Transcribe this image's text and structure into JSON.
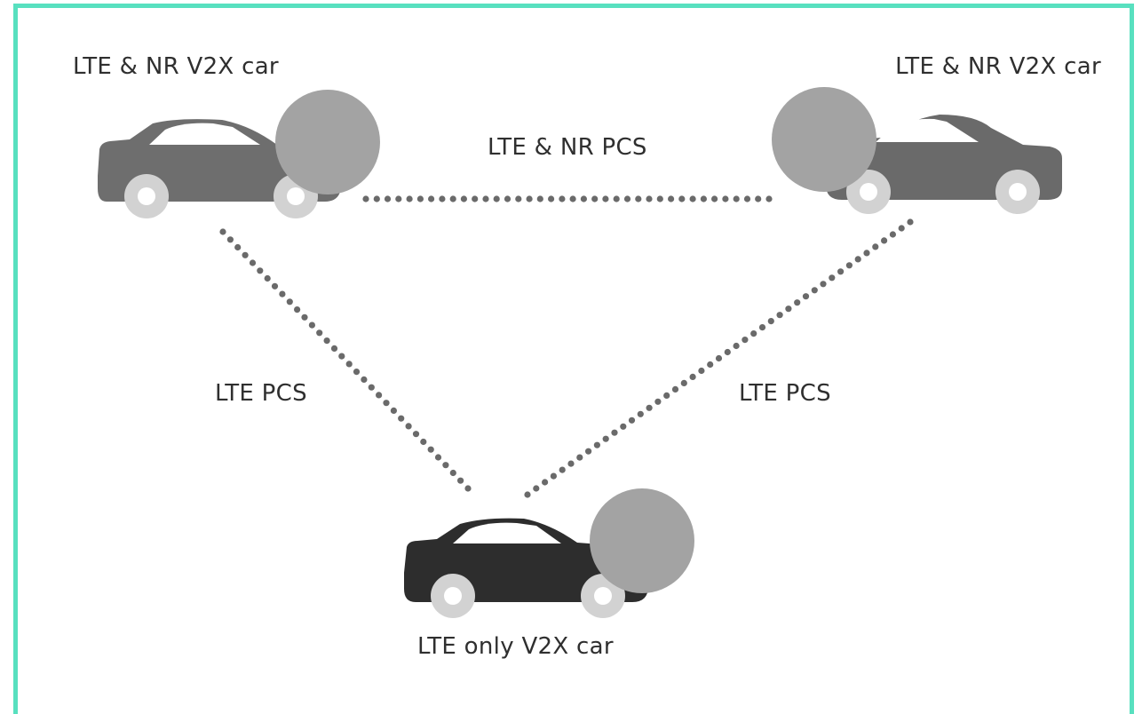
{
  "colors": {
    "frame_border": "#58e0bf",
    "car_top_left_body": "#6e6e6e",
    "car_top_right_body": "#6a6a6a",
    "car_bottom_body": "#2d2d2d",
    "window": "#ffffff",
    "wheel": "#d2d2d2",
    "hub": "#ffffff",
    "antenna_circle": "#a3a3a3",
    "link_dots": "#6a6a6a",
    "text": "#2f2f2f"
  },
  "nodes": {
    "top_left": {
      "label": "LTE & NR V2X car",
      "icon": "car-icon"
    },
    "top_right": {
      "label": "LTE & NR V2X car",
      "icon": "car-icon"
    },
    "bottom": {
      "label": "LTE only V2X car",
      "icon": "car-icon"
    }
  },
  "links": {
    "top": {
      "label": "LTE & NR PCS"
    },
    "left": {
      "label": "LTE PCS"
    },
    "right": {
      "label": "LTE PCS"
    }
  }
}
